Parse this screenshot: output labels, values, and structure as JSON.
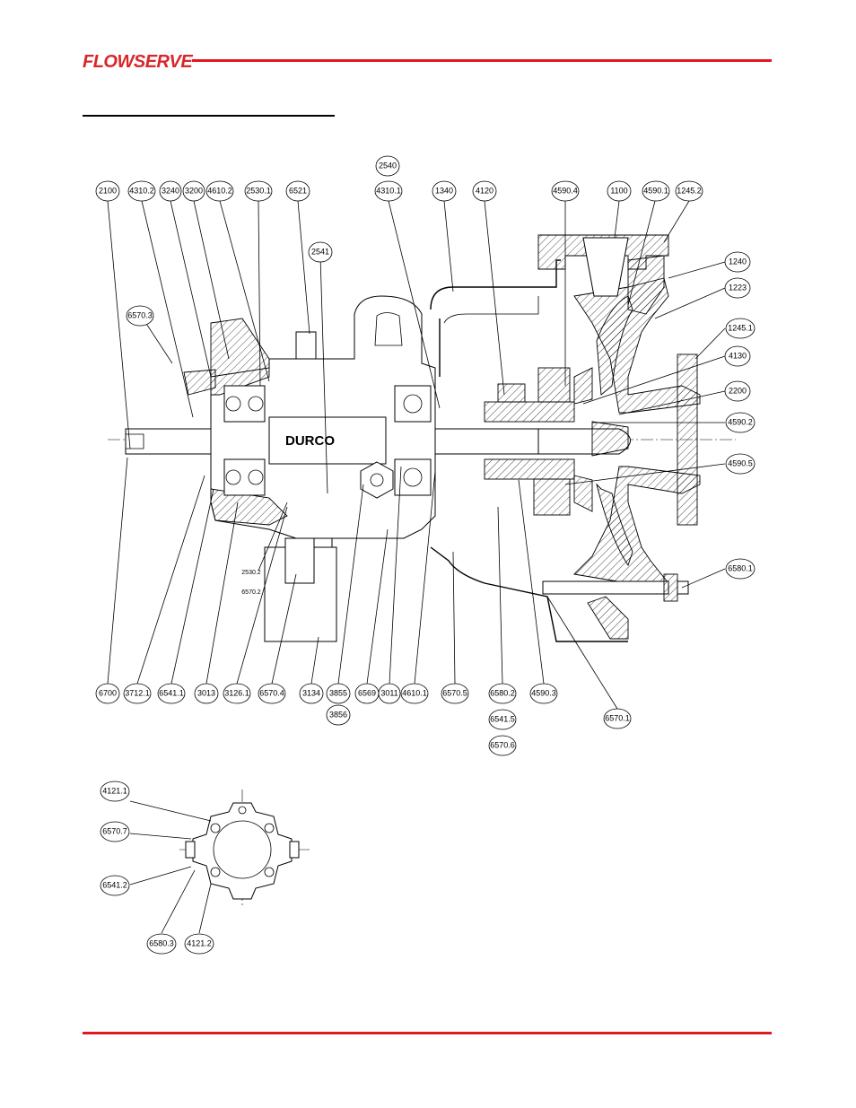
{
  "header": {
    "logo_text": "FLOWSERVE",
    "accent_color": "#e0181f"
  },
  "drawing": {
    "shaft_brand": "DURCO",
    "top_labels": [
      "2100",
      "4310.2",
      "3240",
      "3200",
      "4610.2",
      "2530.1",
      "6521",
      "2541",
      "2540",
      "4310.1",
      "1340",
      "4120",
      "4590.4",
      "1100",
      "4590.1",
      "1245.2"
    ],
    "right_labels": [
      "1240",
      "1223",
      "1245.1",
      "4130",
      "2200",
      "4590.2",
      "4590.5",
      "6580.1"
    ],
    "left_labels": [
      "6570.3"
    ],
    "bottom_labels": [
      "6700",
      "3712.1",
      "6541.1",
      "3013",
      "3126.1",
      "6570.4",
      "3134",
      "3855",
      "3856",
      "6569",
      "3011",
      "4610.1",
      "6570.5",
      "6580.2",
      "6541.5",
      "6570.6",
      "4590.3",
      "6570.1"
    ],
    "small_labels": [
      "2530.2",
      "6570.2"
    ],
    "detail_labels": [
      "4121.1",
      "6570.7",
      "6541.2",
      "6580.3",
      "4121.2"
    ]
  }
}
